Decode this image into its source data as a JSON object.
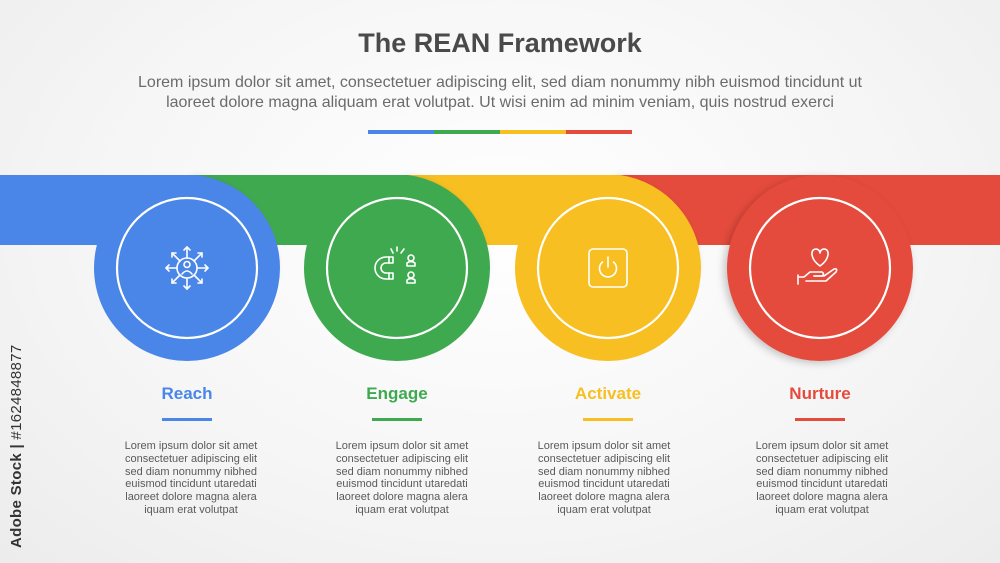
{
  "header": {
    "title": "The REAN Framework",
    "subtitle_line1": "Lorem ipsum dolor sit amet, consectetuer adipiscing elit, sed diam nonummy nibh euismod tincidunt ut",
    "subtitle_line2": "laoreet dolore magna aliquam erat volutpat. Ut wisi enim ad minim veniam, quis nostrud exerci"
  },
  "colors": {
    "blue": "#4a86e8",
    "green": "#3fa950",
    "yellow": "#f7bf21",
    "red": "#e54b3c"
  },
  "steps": [
    {
      "label": "Reach",
      "icon": "network-user-icon",
      "color": "#4a86e8",
      "desc": [
        "Lorem ipsum dolor sit amet",
        "consectetuer adipiscing elit",
        "sed diam nonummy nibhed",
        "euismod tincidunt utaredati",
        "laoreet dolore magna alera",
        "iquam erat volutpat"
      ]
    },
    {
      "label": "Engage",
      "icon": "magnet-people-icon",
      "color": "#3fa950",
      "desc": [
        "Lorem ipsum dolor sit amet",
        "consectetuer adipiscing elit",
        "sed diam nonummy nibhed",
        "euismod tincidunt utaredati",
        "laoreet dolore magna alera",
        "iquam erat volutpat"
      ]
    },
    {
      "label": "Activate",
      "icon": "power-button-icon",
      "color": "#f7bf21",
      "desc": [
        "Lorem ipsum dolor sit amet",
        "consectetuer adipiscing elit",
        "sed diam nonummy nibhed",
        "euismod tincidunt utaredati",
        "laoreet dolore magna alera",
        "iquam erat volutpat"
      ]
    },
    {
      "label": "Nurture",
      "icon": "heart-hand-icon",
      "color": "#e54b3c",
      "desc": [
        "Lorem ipsum dolor sit amet",
        "consectetuer adipiscing elit",
        "sed diam nonummy nibhed",
        "euismod tincidunt utaredati",
        "laoreet dolore magna alera",
        "iquam erat volutpat"
      ]
    }
  ],
  "watermark": {
    "brand": "Adobe Stock",
    "separator": "|",
    "id": "#1624848877"
  }
}
